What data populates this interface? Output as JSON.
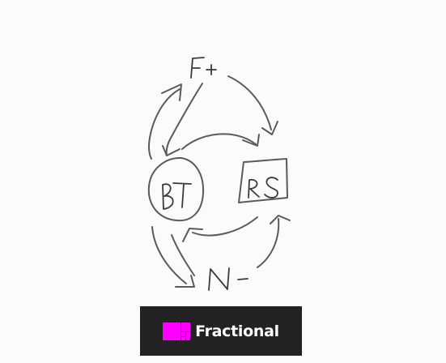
{
  "diagram": {
    "nodes": [
      {
        "id": "f-plus",
        "label": "F+"
      },
      {
        "id": "bt",
        "label": "BT"
      },
      {
        "id": "rs",
        "label": "RS"
      },
      {
        "id": "n-minus",
        "label": "N-"
      }
    ],
    "edges": [
      {
        "from": "f-plus",
        "to": "bt"
      },
      {
        "from": "bt",
        "to": "f-plus"
      },
      {
        "from": "f-plus",
        "to": "rs"
      },
      {
        "from": "bt",
        "to": "rs"
      },
      {
        "from": "rs",
        "to": "bt"
      },
      {
        "from": "bt",
        "to": "n-minus"
      },
      {
        "from": "n-minus",
        "to": "rs"
      }
    ]
  },
  "banner": {
    "brand_name": "Fractional",
    "logo_color": "#ff00ff",
    "background_color": "#222222"
  }
}
